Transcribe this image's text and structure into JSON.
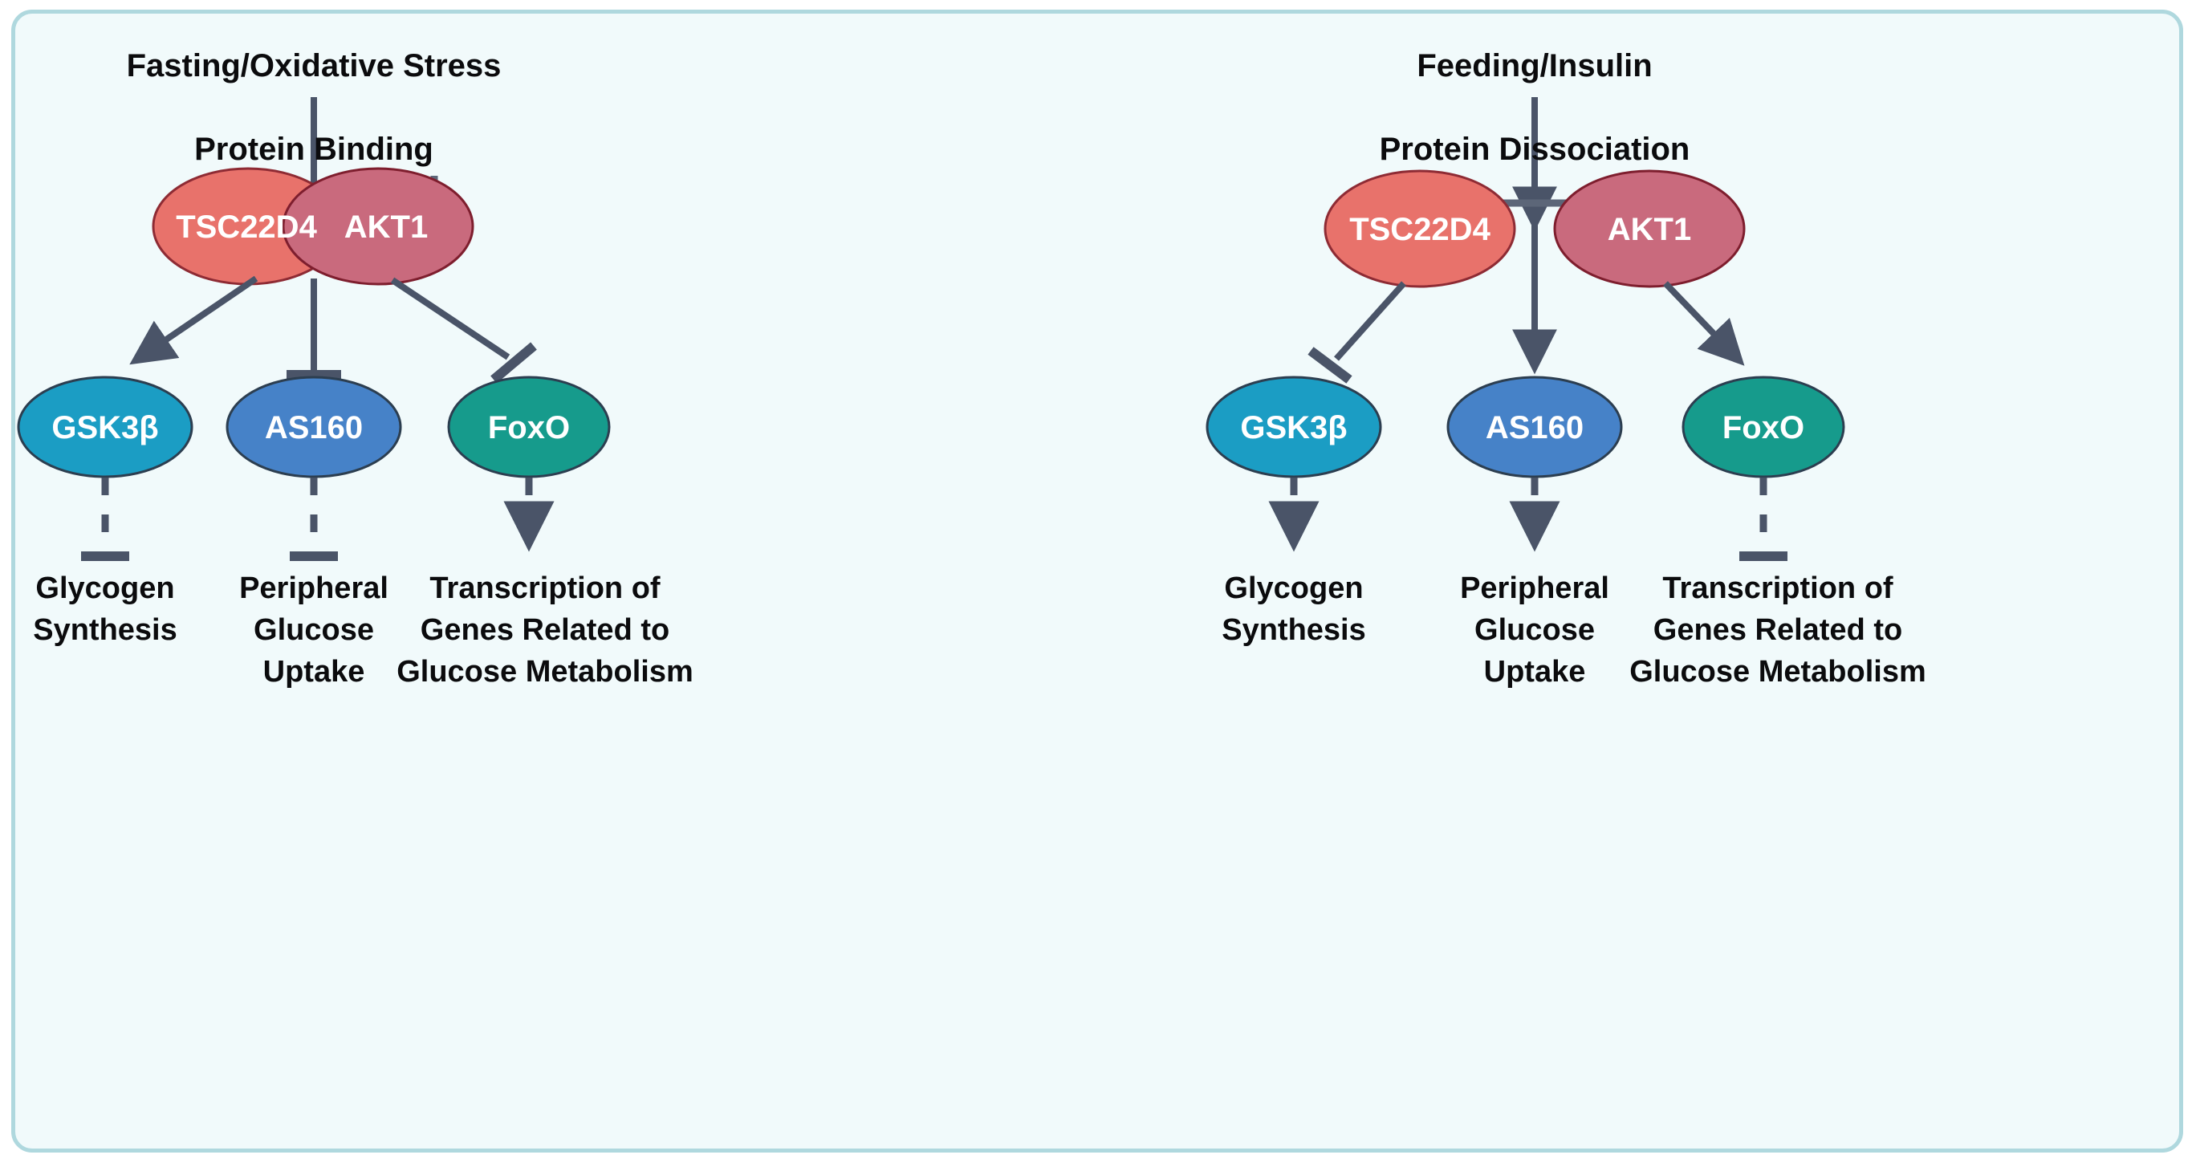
{
  "figure": {
    "background": "#F1FAFB",
    "border_color": "#AFD8DE",
    "connector_color": "#4A5468"
  },
  "palette": {
    "tsc22d4": "#E8726B",
    "tsc22d4_stroke": "#8E2B34",
    "akt1": "#C96A7D",
    "akt1_stroke": "#7E1E2E",
    "gsk3b": "#1B9DC4",
    "gsk3b_stroke": "#2C3E50",
    "as160": "#4682C8",
    "as160_stroke": "#2C3E50",
    "foxo": "#169B8C",
    "foxo_stroke": "#2C3E50",
    "text_dark": "#0B0B0D",
    "text_light": "#FFFFFF"
  },
  "panels": [
    {
      "id": "left",
      "stimulus": "Fasting/Oxidative Stress",
      "event": "Protein Binding",
      "upstream_nodes": [
        {
          "id": "tsc22d4",
          "label": "TSC22D4",
          "color": "#E8726B"
        },
        {
          "id": "akt1",
          "label": "AKT1",
          "color": "#C96A7D"
        }
      ],
      "effector_nodes": [
        {
          "id": "gsk3b",
          "label": "GSK3β",
          "color": "#1B9DC4"
        },
        {
          "id": "as160",
          "label": "AS160",
          "color": "#4682C8"
        },
        {
          "id": "foxo",
          "label": "FoxO",
          "color": "#169B8C"
        }
      ],
      "outcomes": [
        {
          "id": "glycogen",
          "lines": [
            "Glycogen",
            "Synthesis"
          ]
        },
        {
          "id": "glucose-uptake",
          "lines": [
            "Peripheral",
            "Glucose",
            "Uptake"
          ]
        },
        {
          "id": "transcription",
          "lines": [
            "Transcription of",
            "Genes Related to",
            "Glucose Metabolism"
          ]
        }
      ],
      "edges_upper": [
        {
          "from": "tsc22d4",
          "to": "gsk3b",
          "type": "activation"
        },
        {
          "from": "complex",
          "to": "as160",
          "type": "inhibition"
        },
        {
          "from": "akt1",
          "to": "foxo",
          "type": "inhibition"
        }
      ],
      "edges_lower": [
        {
          "from": "gsk3b",
          "to": "glycogen",
          "type": "inhibition",
          "style": "dashed"
        },
        {
          "from": "as160",
          "to": "glucose-uptake",
          "type": "inhibition",
          "style": "dashed"
        },
        {
          "from": "foxo",
          "to": "transcription",
          "type": "activation",
          "style": "dashed"
        }
      ],
      "nodes_overlap": true
    },
    {
      "id": "right",
      "stimulus": "Feeding/Insulin",
      "event": "Protein Dissociation",
      "upstream_nodes": [
        {
          "id": "tsc22d4",
          "label": "TSC22D4",
          "color": "#E8726B"
        },
        {
          "id": "akt1",
          "label": "AKT1",
          "color": "#C96A7D"
        }
      ],
      "effector_nodes": [
        {
          "id": "gsk3b",
          "label": "GSK3β",
          "color": "#1B9DC4"
        },
        {
          "id": "as160",
          "label": "AS160",
          "color": "#4682C8"
        },
        {
          "id": "foxo",
          "label": "FoxO",
          "color": "#169B8C"
        }
      ],
      "outcomes": [
        {
          "id": "glycogen",
          "lines": [
            "Glycogen",
            "Synthesis"
          ]
        },
        {
          "id": "glucose-uptake",
          "lines": [
            "Peripheral",
            "Glucose",
            "Uptake"
          ]
        },
        {
          "id": "transcription",
          "lines": [
            "Transcription of",
            "Genes Related to",
            "Glucose Metabolism"
          ]
        }
      ],
      "edges_upper": [
        {
          "from": "tsc22d4",
          "to": "gsk3b",
          "type": "inhibition"
        },
        {
          "from": "complex",
          "to": "as160",
          "type": "activation"
        },
        {
          "from": "akt1",
          "to": "foxo",
          "type": "activation"
        }
      ],
      "edges_lower": [
        {
          "from": "gsk3b",
          "to": "glycogen",
          "type": "activation",
          "style": "dashed"
        },
        {
          "from": "as160",
          "to": "glucose-uptake",
          "type": "activation",
          "style": "dashed"
        },
        {
          "from": "foxo",
          "to": "transcription",
          "type": "inhibition",
          "style": "dashed"
        }
      ],
      "nodes_overlap": false
    }
  ]
}
